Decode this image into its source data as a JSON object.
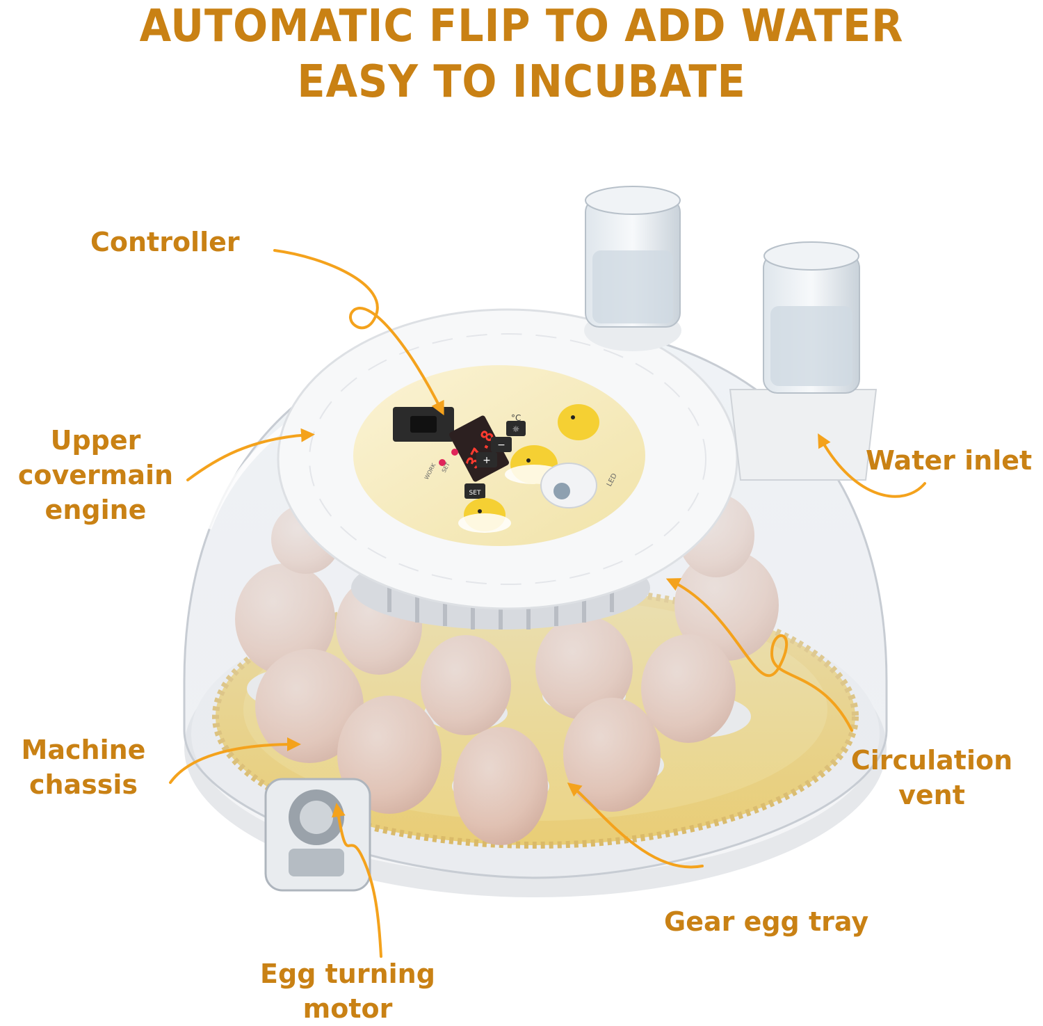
{
  "title": {
    "line1": "AUTOMATIC FLIP TO ADD WATER",
    "line2": "EASY TO INCUBATE"
  },
  "colors": {
    "accent": "#c98114",
    "arrow": "#f4a21c",
    "tray": "#f2c332",
    "egg": "#e8b79c"
  },
  "controller_display": {
    "reading": "37.8",
    "unit": "°C",
    "buttons": [
      "SET",
      "+",
      "−",
      "☼"
    ],
    "indicators": [
      "WORK",
      "SET"
    ],
    "led_label": "LED"
  },
  "labels": {
    "controller": "Controller",
    "upper_cover": [
      "Upper",
      "covermain",
      "engine"
    ],
    "water_inlet": "Water inlet",
    "machine_chassis": [
      "Machine",
      "chassis"
    ],
    "circulation_vent": [
      "Circulation",
      "vent"
    ],
    "gear_egg_tray": "Gear egg tray",
    "egg_turning_motor": [
      "Egg turning",
      "motor"
    ]
  }
}
